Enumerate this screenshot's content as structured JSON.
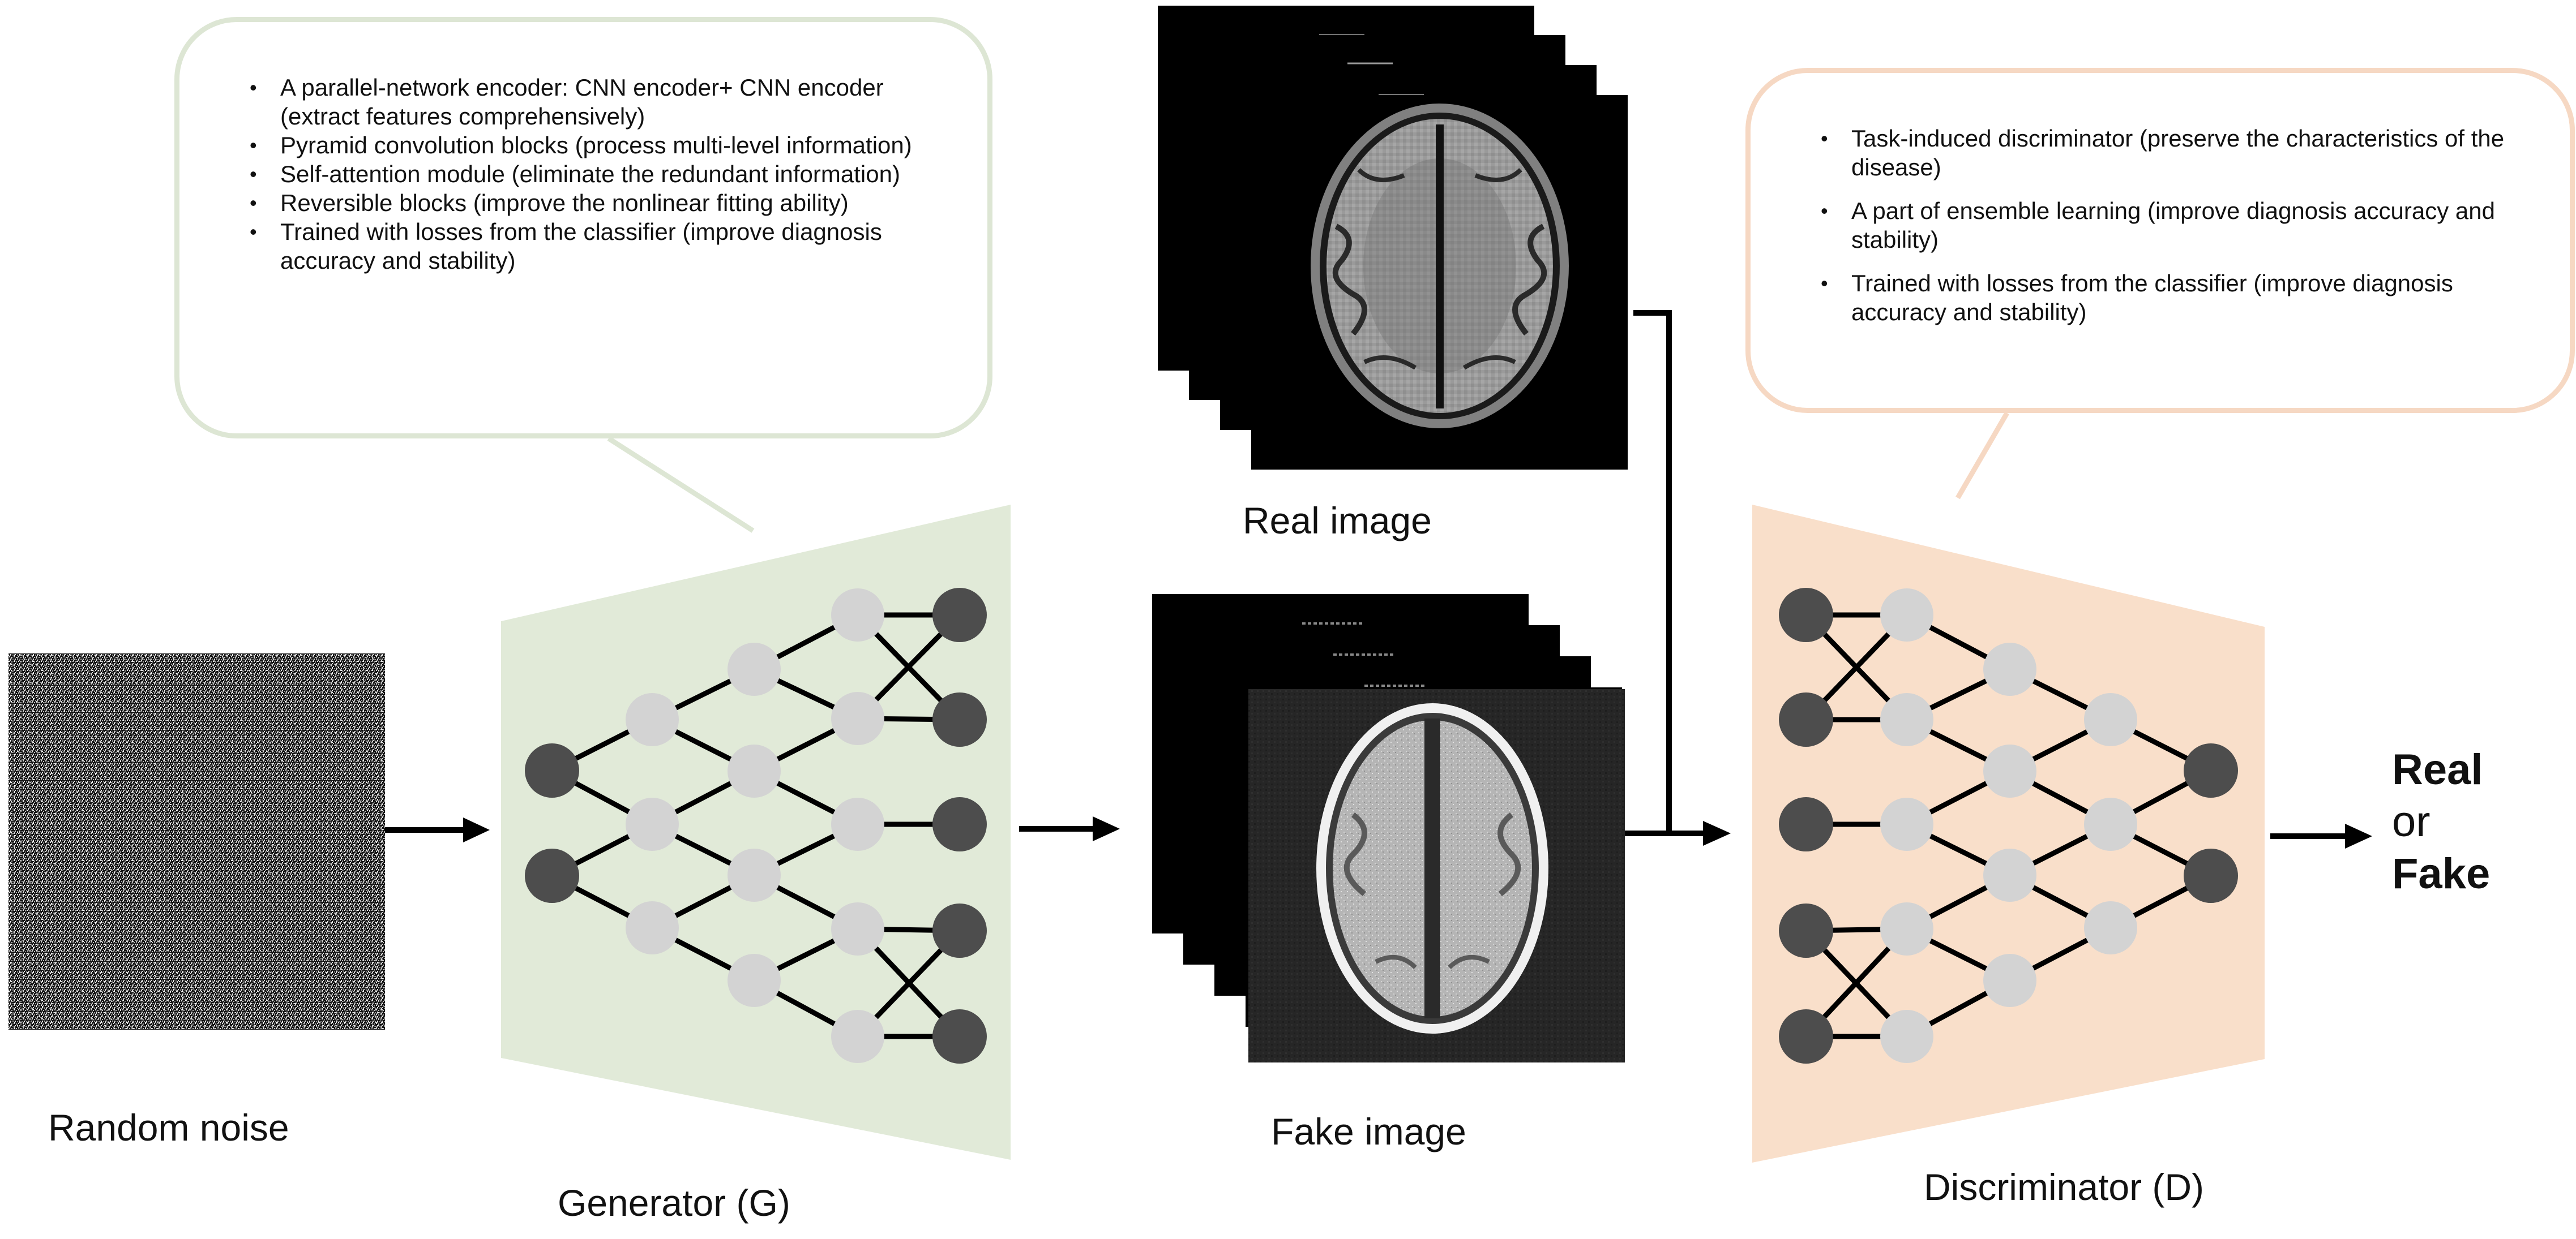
{
  "callouts": {
    "generator": {
      "items": [
        "A parallel-network encoder: CNN encoder+ CNN encoder  (extract features comprehensively)",
        "Pyramid convolution blocks  (process multi-level information)",
        "Self-attention module  (eliminate the redundant information)",
        "Reversible blocks  (improve the nonlinear fitting ability)",
        "Trained with losses from the classifier  (improve diagnosis accuracy and stability)"
      ]
    },
    "discriminator": {
      "items": [
        "Task-induced discriminator  (preserve the characteristics of the disease)",
        "A part of ensemble learning  (improve diagnosis accuracy and stability)",
        "Trained with losses from the classifier  (improve diagnosis accuracy and stability)"
      ]
    }
  },
  "labels": {
    "random_noise": "Random noise",
    "generator": "Generator (G)",
    "real_image": "Real image",
    "fake_image": "Fake image",
    "discriminator": "Discriminator (D)"
  },
  "output": {
    "real": "Real",
    "or": "or",
    "fake": "Fake"
  },
  "colors": {
    "generator_fill": "#e1ead8",
    "generator_border": "#dde6d4",
    "discriminator_fill": "#f9dfca",
    "discriminator_border": "#f6d8c3",
    "node_dark": "#4d4d4d",
    "node_light": "#d3d3d3",
    "edge": "#000000"
  }
}
